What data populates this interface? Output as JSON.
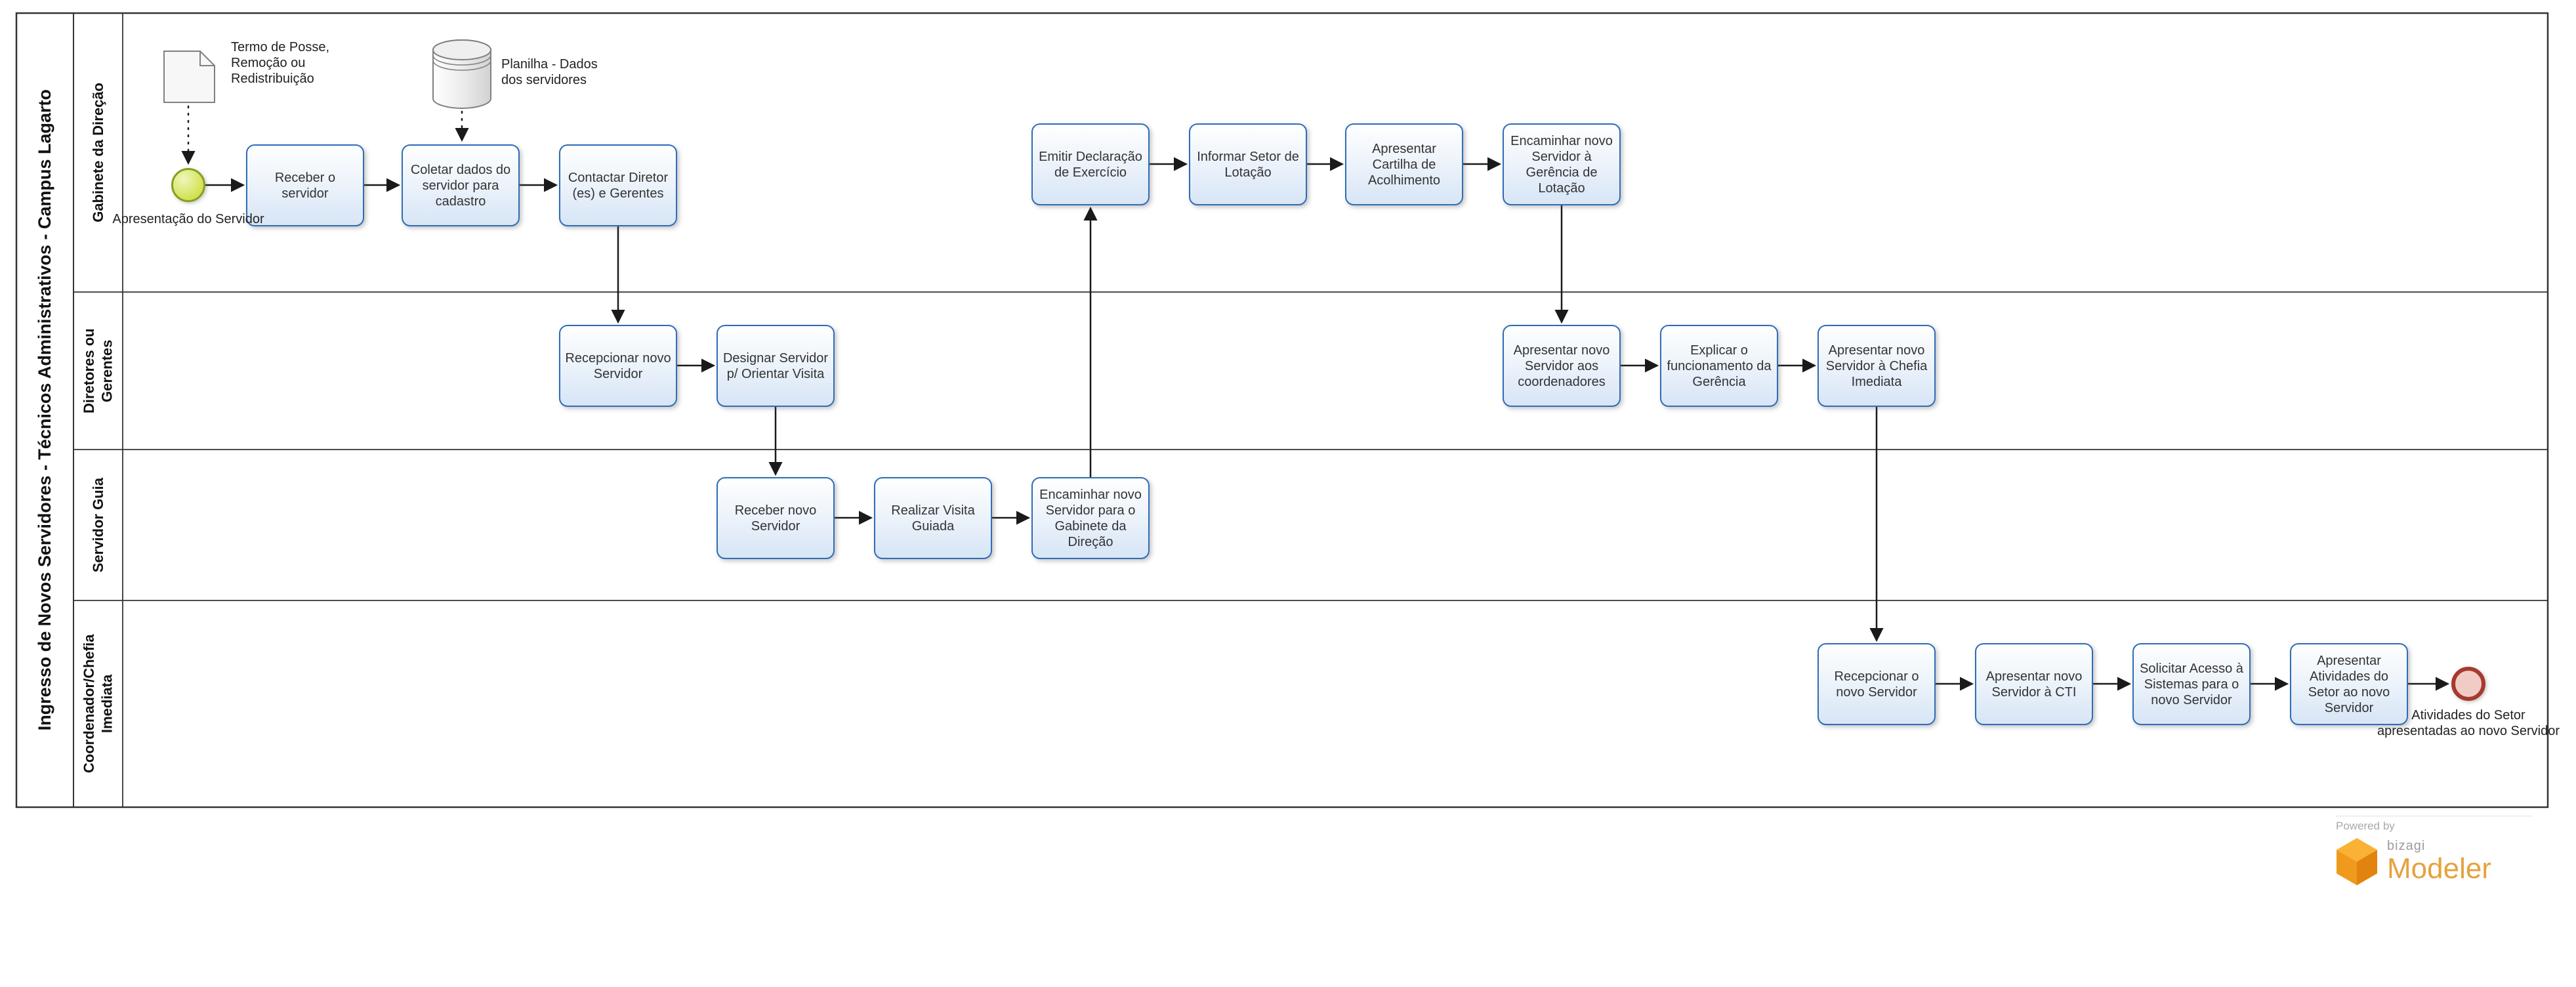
{
  "pool": {
    "title": "Ingresso de Novos Servidores - Técnicos Administrativos - Campus Lagarto"
  },
  "lanes": [
    {
      "name": "Gabinete da Direção",
      "tasks": [
        {
          "label": "Receber o servidor"
        },
        {
          "label": "Coletar dados do servidor para cadastro"
        },
        {
          "label": "Contactar Diretor (es) e Gerentes"
        },
        {
          "label": "Emitir Declaração de Exercício"
        },
        {
          "label": "Informar Setor de Lotação"
        },
        {
          "label": "Apresentar Cartilha de Acolhimento"
        },
        {
          "label": "Encaminhar novo Servidor à Gerência de Lotação"
        }
      ]
    },
    {
      "name": "Diretores ou Gerentes",
      "tasks": [
        {
          "label": "Recepcionar novo Servidor"
        },
        {
          "label": "Designar Servidor p/ Orientar Visita"
        },
        {
          "label": "Apresentar novo Servidor aos coordenadores"
        },
        {
          "label": "Explicar o funcionamento da Gerência"
        },
        {
          "label": "Apresentar novo Servidor à Chefia Imediata"
        }
      ]
    },
    {
      "name": "Servidor Guia",
      "tasks": [
        {
          "label": "Receber novo Servidor"
        },
        {
          "label": "Realizar Visita Guiada"
        },
        {
          "label": "Encaminhar novo Servidor para o Gabinete da Direção"
        }
      ]
    },
    {
      "name": "Coordenador/Chefia Imediata",
      "tasks": [
        {
          "label": "Recepcionar o novo Servidor"
        },
        {
          "label": "Apresentar novo Servidor à CTI"
        },
        {
          "label": "Solicitar Acesso à Sistemas para o novo Servidor"
        },
        {
          "label": "Apresentar Atividades do Setor ao novo Servidor"
        }
      ]
    }
  ],
  "events": {
    "start": {
      "label": "Apresentação do Servidor"
    },
    "end": {
      "label": "Atividades do Setor apresentadas ao novo Servidor"
    }
  },
  "artifacts": {
    "document": {
      "label": "Termo de Posse, Remoção ou Redistribuição"
    },
    "datastore": {
      "label": "Planilha - Dados dos servidores"
    }
  },
  "branding": {
    "powered_by": "Powered by",
    "brand": "bizagi",
    "product": "Modeler"
  },
  "colors": {
    "task_border": "#2f6db6",
    "start_fill": "#d3e252",
    "start_border": "#84a021",
    "end_fill": "#f1ccc6",
    "end_border": "#a63a2e",
    "connector": "#1a1a1a",
    "brand_orange": "#e5a23c"
  }
}
